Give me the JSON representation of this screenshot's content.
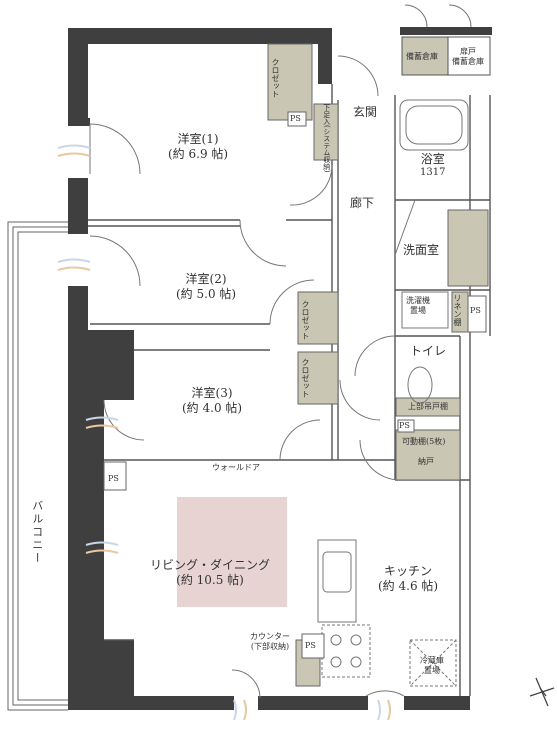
{
  "rooms": {
    "western1": {
      "name": "洋室(1)",
      "area": "(約 6.9 帖)"
    },
    "western2": {
      "name": "洋室(2)",
      "area": "(約 5.0 帖)"
    },
    "western3": {
      "name": "洋室(3)",
      "area": "(約 4.0 帖)"
    },
    "ldk": {
      "name": "リビング・ダイニング",
      "area": "(約 10.5 帖)"
    },
    "kitchen": {
      "name": "キッチン",
      "area": "(約 4.6 帖)"
    },
    "entrance": "玄関",
    "hallway": "廊下",
    "bath": {
      "name": "浴室",
      "size": "1317"
    },
    "washroom": "洗面室",
    "toilet": "トイレ",
    "balcony": "バルコニー"
  },
  "storage": {
    "closet_1": "クロゼット",
    "closet_2": "クロゼット",
    "closet_3": "クロゼット",
    "shoe_storage": "下足入(システム収納)",
    "linen": "リネン棚",
    "upper_shelf": "上部吊戸棚",
    "adjustable_shelf": "可動棚(5枚)",
    "pantry": "納戸",
    "counter_line1": "カウンター",
    "counter_line2": "(下部収納)",
    "walldoor": "ウォールドア",
    "washer_line1": "洗濯機",
    "washer_line2": "置場",
    "fridge_line1": "冷蔵庫",
    "fridge_line2": "置場",
    "storage_a": "備蓄倉庫",
    "storage_b_line1": "扉戸",
    "storage_b_line2": "備蓄倉庫"
  },
  "markers": {
    "ps": "PS"
  },
  "colors": {
    "wall": "#3f3f3f",
    "closet": "#c9c6b4",
    "accent": "#e8d3d3",
    "line": "#555555"
  }
}
